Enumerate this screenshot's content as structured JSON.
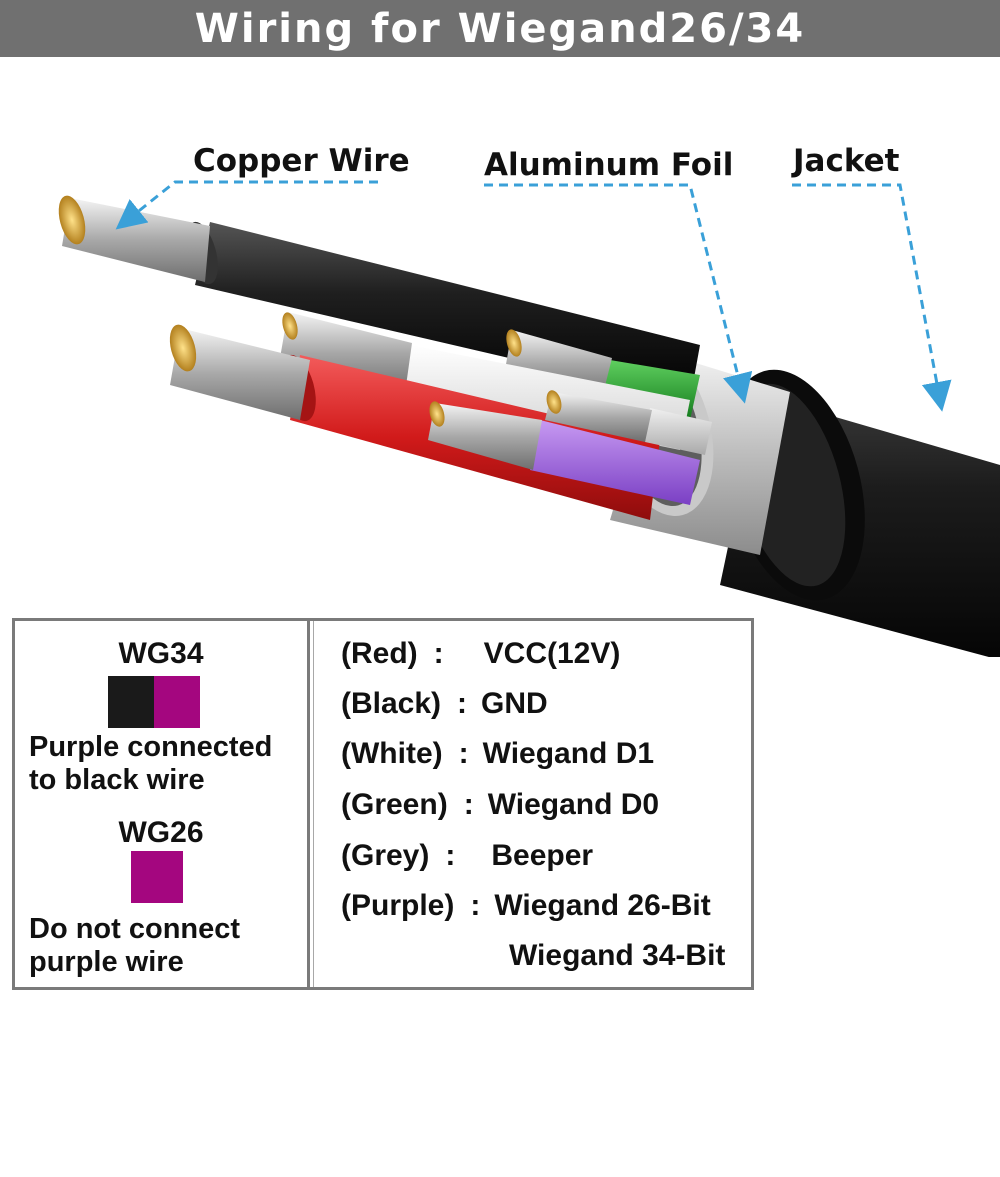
{
  "title": "Wiring for Wiegand26/34",
  "callouts": {
    "copper": "Copper Wire",
    "foil": "Aluminum Foil",
    "jacket": "Jacket"
  },
  "colors": {
    "banner": "#707070",
    "black_wire": "#1a1a1a",
    "purple_wire": "#a4067f",
    "callout_arrow": "#3aa0d8"
  },
  "legend": {
    "wg34": {
      "label": "WG34",
      "note_line1": "Purple connected",
      "note_line2": "to black wire"
    },
    "wg26": {
      "label": "WG26",
      "note_line1": "Do not connect",
      "note_line2": "purple wire"
    }
  },
  "wires": [
    {
      "color": "(Red)",
      "sep": ":",
      "function": "VCC(12V)"
    },
    {
      "color": "(Black)",
      "sep": ":",
      "function": "GND"
    },
    {
      "color": "(White)",
      "sep": ":",
      "function": "Wiegand D1"
    },
    {
      "color": "(Green)",
      "sep": ":",
      "function": "Wiegand D0"
    },
    {
      "color": "(Grey)",
      "sep": ":",
      "function": "Beeper"
    },
    {
      "color": "(Purple)",
      "sep": ":",
      "function": "Wiegand 26-Bit"
    }
  ],
  "wires_extra": "Wiegand 34-Bit"
}
